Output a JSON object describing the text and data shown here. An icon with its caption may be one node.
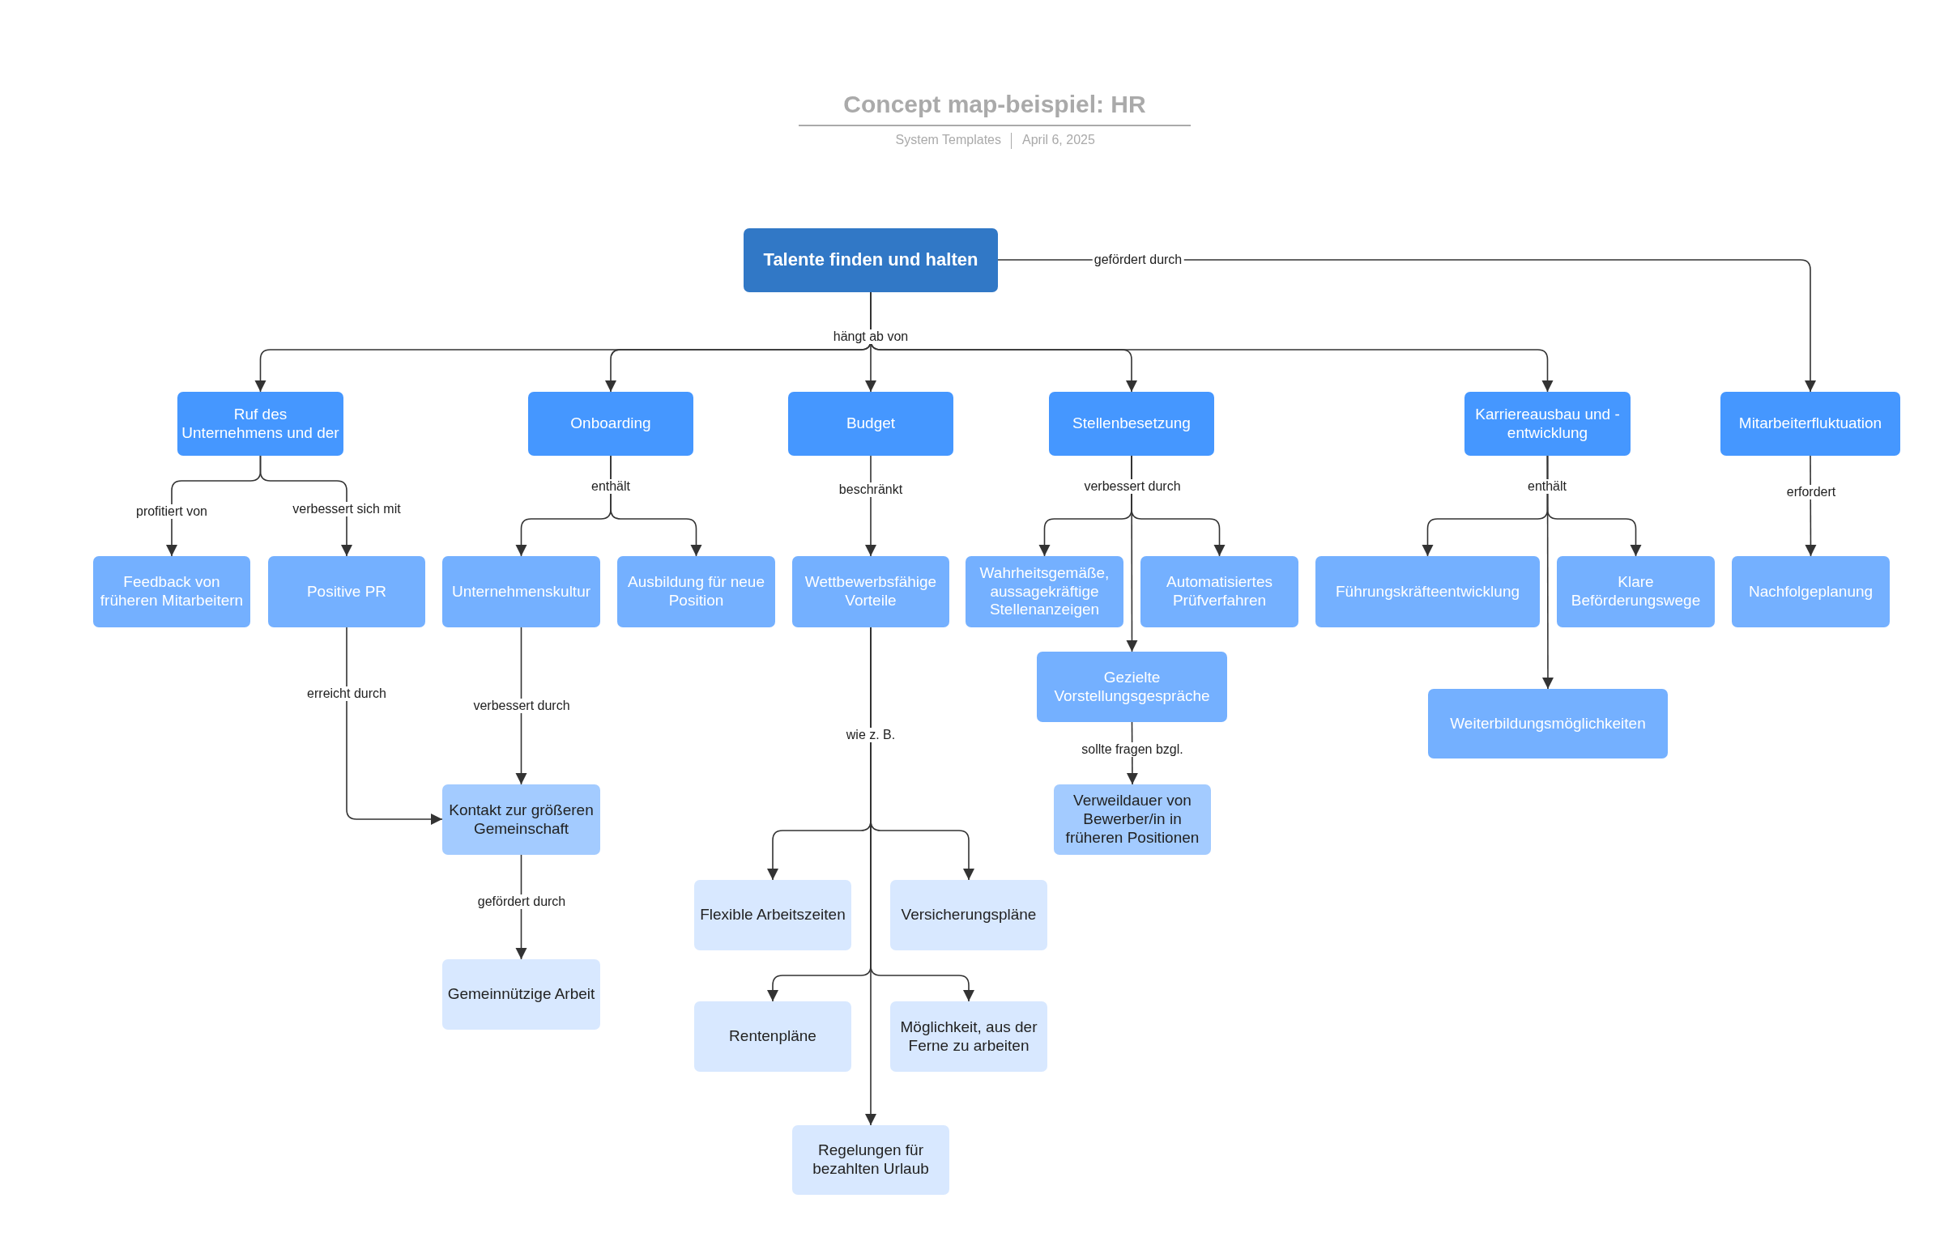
{
  "diagram": {
    "title": "Concept map-beispiel: HR",
    "nodes": [
      {
        "text": [
          "Talente finden und halten"
        ]
      },
      {
        "text": [
          "Ruf des Unternehmens und der"
        ]
      },
      {
        "text": [
          "Onboarding"
        ]
      },
      {
        "text": [
          "Budget"
        ]
      },
      {
        "text": [
          "Stellenbesetzung"
        ]
      },
      {
        "text": [
          "Karriereausbau und -entwicklung"
        ]
      },
      {
        "text": [
          "Mitarbeiterfluktuation"
        ]
      },
      {
        "text": [
          "Feedback von früheren Mitarbeitern"
        ]
      },
      {
        "text": [
          "Positive PR"
        ]
      },
      {
        "text": [
          "Unternehmenskultur"
        ]
      },
      {
        "text": [
          "Ausbildung für neue Position"
        ]
      },
      {
        "text": [
          "Wettbewerbsfähige Vorteile"
        ]
      },
      {
        "text": [
          "Wahrheitsgemäße, aussagekräftige Stellenanzeigen"
        ]
      },
      {
        "text": [
          "Automatisiertes Prüfverfahren"
        ]
      },
      {
        "text": [
          "Führungskräfteentwicklung"
        ]
      },
      {
        "text": [
          "Klare Beförderungswege"
        ]
      },
      {
        "text": [
          "Nachfolgeplanung"
        ]
      },
      {
        "text": [
          "Gezielte Vorstellungsgespräche"
        ]
      },
      {
        "text": [
          "Weiterbildungsmöglichkeiten"
        ]
      },
      {
        "text": [
          "Kontakt zur größeren Gemeinschaft"
        ]
      },
      {
        "text": [
          "Verweildauer von Bewerber/in in früheren Positionen"
        ]
      },
      {
        "text": [
          "Flexible Arbeitszeiten"
        ]
      },
      {
        "text": [
          "Versicherungspläne"
        ]
      },
      {
        "text": [
          "Gemeinnützige Arbeit"
        ]
      },
      {
        "text": [
          "Rentenpläne"
        ]
      },
      {
        "text": [
          "Möglichkeit, aus der Ferne zu arbeiten"
        ]
      },
      {
        "text": [
          "Regelungen für bezahlten Urlaub"
        ]
      }
    ],
    "edges": [
      {
        "from": 0,
        "to": 1,
        "arrow": "to"
      },
      {
        "from": 0,
        "to": 2,
        "arrow": "to"
      },
      {
        "from": 0,
        "to": 3,
        "arrow": "to",
        "label": "hängt ab von"
      },
      {
        "from": 0,
        "to": 4,
        "arrow": "to"
      },
      {
        "from": 0,
        "to": 5,
        "arrow": "to"
      },
      {
        "from": 0,
        "to": 6,
        "arrow": "to",
        "label": "gefördert durch"
      },
      {
        "from": 1,
        "to": 7,
        "arrow": "to",
        "label": "profitiert von"
      },
      {
        "from": 1,
        "to": 8,
        "arrow": "to",
        "label": "verbessert sich mit"
      },
      {
        "from": 2,
        "to": 9,
        "arrow": "to",
        "label": "enthält"
      },
      {
        "from": 2,
        "to": 10,
        "arrow": "to"
      },
      {
        "from": 3,
        "to": 11,
        "arrow": "to",
        "label": "beschränkt"
      },
      {
        "from": 4,
        "to": 12,
        "arrow": "to",
        "label": "verbessert durch"
      },
      {
        "from": 4,
        "to": 13,
        "arrow": "to"
      },
      {
        "from": 4,
        "to": 17,
        "arrow": "to"
      },
      {
        "from": 5,
        "to": 14,
        "arrow": "to",
        "label": "enthält"
      },
      {
        "from": 5,
        "to": 15,
        "arrow": "to"
      },
      {
        "from": 5,
        "to": 18,
        "arrow": "to"
      },
      {
        "from": 6,
        "to": 16,
        "arrow": "to",
        "label": "erfordert"
      },
      {
        "from": 8,
        "to": 19,
        "arrow": "to",
        "label": "erreicht durch"
      },
      {
        "from": 9,
        "to": 19,
        "arrow": "to",
        "label": "verbessert durch"
      },
      {
        "from": 17,
        "to": 20,
        "arrow": "to",
        "label": "sollte fragen bzgl."
      },
      {
        "from": 19,
        "to": 23,
        "arrow": "to",
        "label": "gefördert durch"
      },
      {
        "from": 11,
        "to": 21,
        "arrow": "to",
        "label": "wie z. B."
      },
      {
        "from": 11,
        "to": 22,
        "arrow": "to"
      },
      {
        "from": 11,
        "to": 24,
        "arrow": "to"
      },
      {
        "from": 11,
        "to": 25,
        "arrow": "to"
      },
      {
        "from": 11,
        "to": 26,
        "arrow": "to"
      }
    ],
    "labels": [
      "System Templates",
      "April 6, 2025"
    ]
  }
}
